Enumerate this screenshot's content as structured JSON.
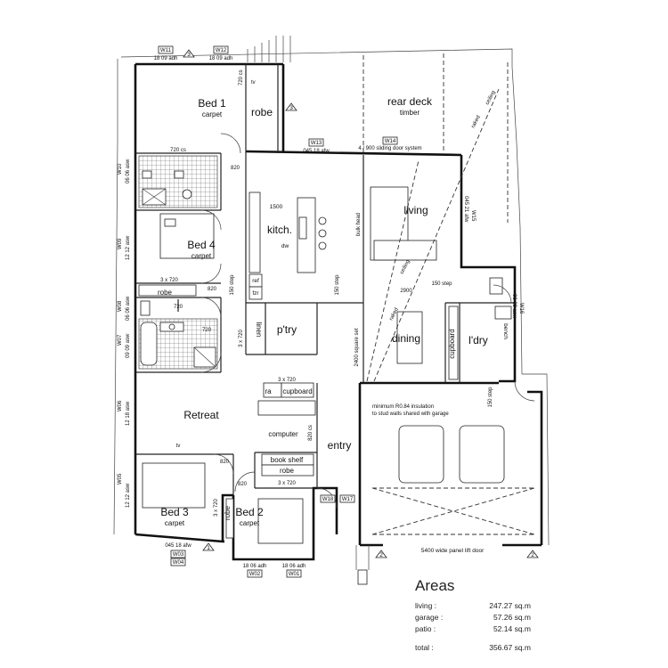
{
  "rooms": {
    "bed1": "Bed 1",
    "bed1_sub": "carpet",
    "robe_top": "robe",
    "rear_deck": "rear deck",
    "rear_deck_sub": "timber",
    "bed4": "Bed 4",
    "bed4_sub": "carpet",
    "kitchen": "kitch.",
    "living": "living",
    "robe_bed4": "robe",
    "linen": "linen",
    "pantry": "p'try",
    "dining": "dining",
    "cupboard_laundry": "cupboard",
    "laundry": "l'dry",
    "bench": "bench",
    "retreat": "Retreat",
    "ra": "ra",
    "cupboard_retreat": "cupboard",
    "computer": "computer",
    "entry": "entry",
    "book_shelf": "book shelf",
    "robe_entry": "robe",
    "bed3": "Bed 3",
    "bed3_sub": "carpet",
    "robe_bed3": "robe",
    "bed2": "Bed 2",
    "bed2_sub": "carpet",
    "ref": "ref",
    "fzr": "fzr",
    "dw": "dw"
  },
  "windows": {
    "w11": "W11",
    "w12": "W12",
    "w13": "W13",
    "w14": "W14",
    "w15": "W15",
    "w16": "W16",
    "w17": "W17",
    "w18": "W18",
    "w01": "W01",
    "w02": "W02",
    "w03": "W03",
    "w04": "W04",
    "w05": "W05",
    "w06": "W06",
    "w07": "W07",
    "w08": "W08",
    "w09": "W09",
    "w10": "W10"
  },
  "annotations": {
    "w11_spec": "18 09 adh",
    "w12_spec": "18 09 adh",
    "robe_dim": "720 cs",
    "bed1_dim": "720 cs",
    "w13_spec": "045 18 afw",
    "w14_spec": "4 / 900 sliding door system",
    "raked_ceiling_1": "raked",
    "raked_ceiling_2": "ceiling",
    "w10_spec": "06 06 asw",
    "kitchen_dim": "1500",
    "bulk_head": "bulk head",
    "w15_spec": "045 21 afw",
    "w09_spec": "12 12 asw",
    "step_1": "150 step",
    "step_2": "150 step",
    "step_3": "150 step",
    "robe_dim_2": "3 x 720",
    "dim_820": "820",
    "dim_720": "720",
    "w08_spec": "06 06 asw",
    "dim_2900": "2900",
    "raked_3": "raked",
    "ceiling_3": "ceiling",
    "w16_spec": "06 09 asw",
    "linen_dim": "3 x 720",
    "w07_spec": "09 09 asw",
    "square_set": "2400 square set",
    "cupboard_dim": "3 x 720",
    "w06_spec": "12 18 asw",
    "insulation_1": "minimum R0.84 insulation",
    "insulation_2": "to stud walls shared with garage",
    "step_garage": "150 step",
    "entry_dim": "820 cs",
    "tv_1": "tv",
    "tv_2": "tv",
    "dim_820_b": "820",
    "robe_entry_dim": "3 x 720",
    "robe_bed3_dim": "3 x 720",
    "w05_spec": "12 12 asw",
    "w03_spec": "045 18 afw",
    "w02_spec": "18 06 adh",
    "w01_spec": "18 06 adh",
    "garage_door": "5400 wide panel lift door",
    "dim_720_b": "720",
    "dim_820_c": "820",
    "dim_820_d": "820"
  },
  "markers": [
    "1",
    "3",
    "3",
    "2",
    "2"
  ],
  "areas": {
    "title": "Areas",
    "rows": [
      {
        "label": "living :",
        "value": "247.27 sq.m"
      },
      {
        "label": "garage :",
        "value": "57.26 sq.m"
      },
      {
        "label": "patio :",
        "value": "52.14 sq.m"
      }
    ],
    "total": {
      "label": "total :",
      "value": "356.67 sq.m"
    }
  }
}
